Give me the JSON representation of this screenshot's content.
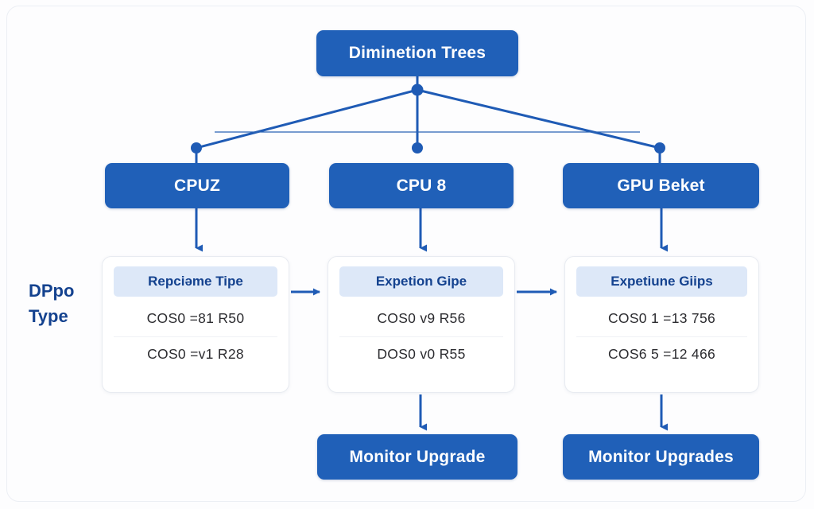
{
  "diagram": {
    "title": "Diminetion Trees",
    "side_label": {
      "line1": "DPpo",
      "line2": "Type"
    },
    "colors": {
      "node_blue": "#2060b8",
      "node_text": "#ffffff",
      "link_blue": "#1f5bb5",
      "card_header_bg": "#dde8f8",
      "card_header_text": "#14428f",
      "card_bg": "#ffffff",
      "canvas_bg": "#fdfdfe"
    },
    "root": {
      "label": "Diminetion Trees"
    },
    "branches": [
      {
        "node_label": "CPUZ",
        "card": {
          "header": "Repciəme Tipe",
          "rows": [
            "COS0 =81 R50",
            "COS0 =v1 R28"
          ]
        },
        "bottom_label": null
      },
      {
        "node_label": "CPU 8",
        "card": {
          "header": "Expetion Gipe",
          "rows": [
            "COS0 v9 R56",
            "DOS0 v0 R55"
          ]
        },
        "bottom_label": "Monitor Upgrade"
      },
      {
        "node_label": "GPU Beket",
        "card": {
          "header": "Expetiune Giips",
          "rows": [
            "COS0 1 =13 756",
            "COS6 5 =12 466"
          ]
        },
        "bottom_label": "Monitor Upgrades"
      }
    ]
  }
}
